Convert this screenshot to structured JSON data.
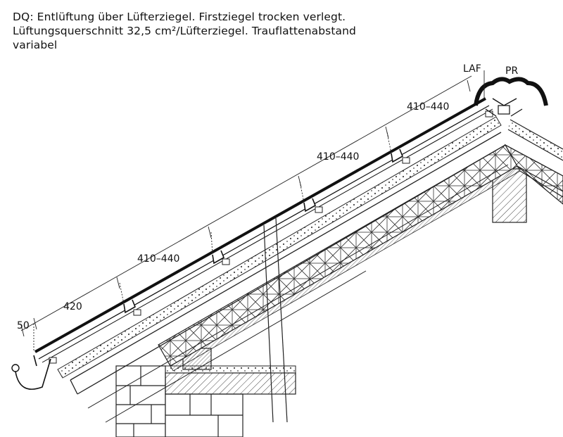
{
  "caption": {
    "line1": "DQ: Entlüftung über Lüfterziegel. Firstziegel trocken verlegt.",
    "line2": "Lüftungsquerschnitt 32,5 cm²/Lüfterziegel. Trauflattenabstand",
    "line3": "variabel"
  },
  "dimensions": {
    "eave_overhang": "50",
    "first_batten": "420",
    "spacing_1": "410–440",
    "spacing_2": "410–440",
    "spacing_3": "410–440"
  },
  "labels": {
    "ridge_clip": "LAF",
    "ridge_profile": "PR"
  },
  "colors": {
    "line": "#111111",
    "hatch": "#444444",
    "background": "#ffffff"
  }
}
